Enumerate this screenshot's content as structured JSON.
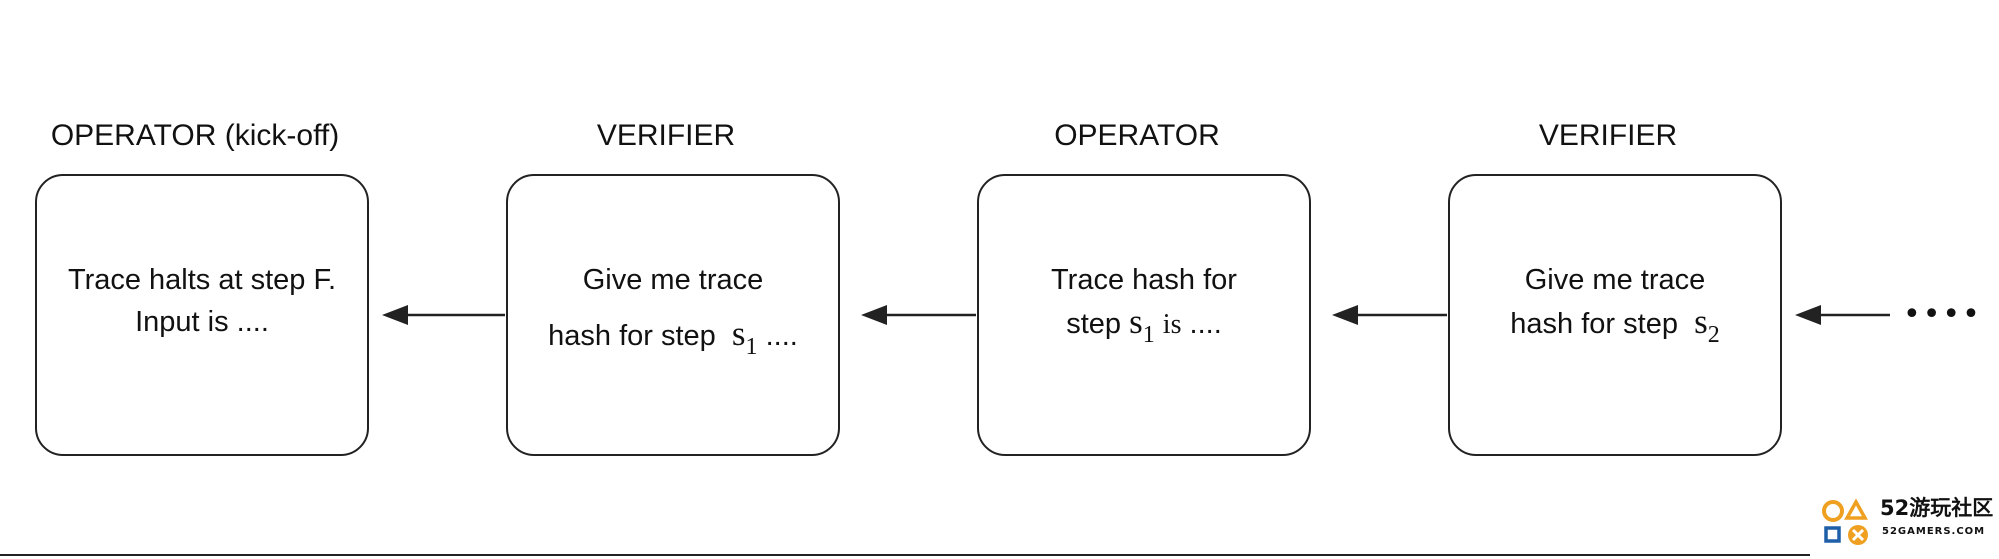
{
  "nodes": [
    {
      "role": "OPERATOR (kick-off)",
      "lines": [
        "Trace halts at step F.",
        "Input is ...."
      ]
    },
    {
      "role": "VERIFIER",
      "line1": "Give me trace",
      "line2_prefix": "hash for step",
      "symbol": "s",
      "subscript": "1",
      "line2_suffix": "...."
    },
    {
      "role": "OPERATOR",
      "line1": "Trace hash for",
      "line2_prefix": "step",
      "symbol": "s",
      "subscript": "1",
      "is_word": "is",
      "line2_suffix": "...."
    },
    {
      "role": "VERIFIER",
      "line1": "Give me trace",
      "line2_prefix": "hash for step",
      "symbol": "s",
      "subscript": "2"
    }
  ],
  "continuation": "••••",
  "watermark": {
    "title": "52游玩社区",
    "subtitle": "52GAMERS.COM"
  },
  "colors": {
    "stroke": "#222222",
    "text": "#111111",
    "watermark_accent": "#f0a020"
  }
}
